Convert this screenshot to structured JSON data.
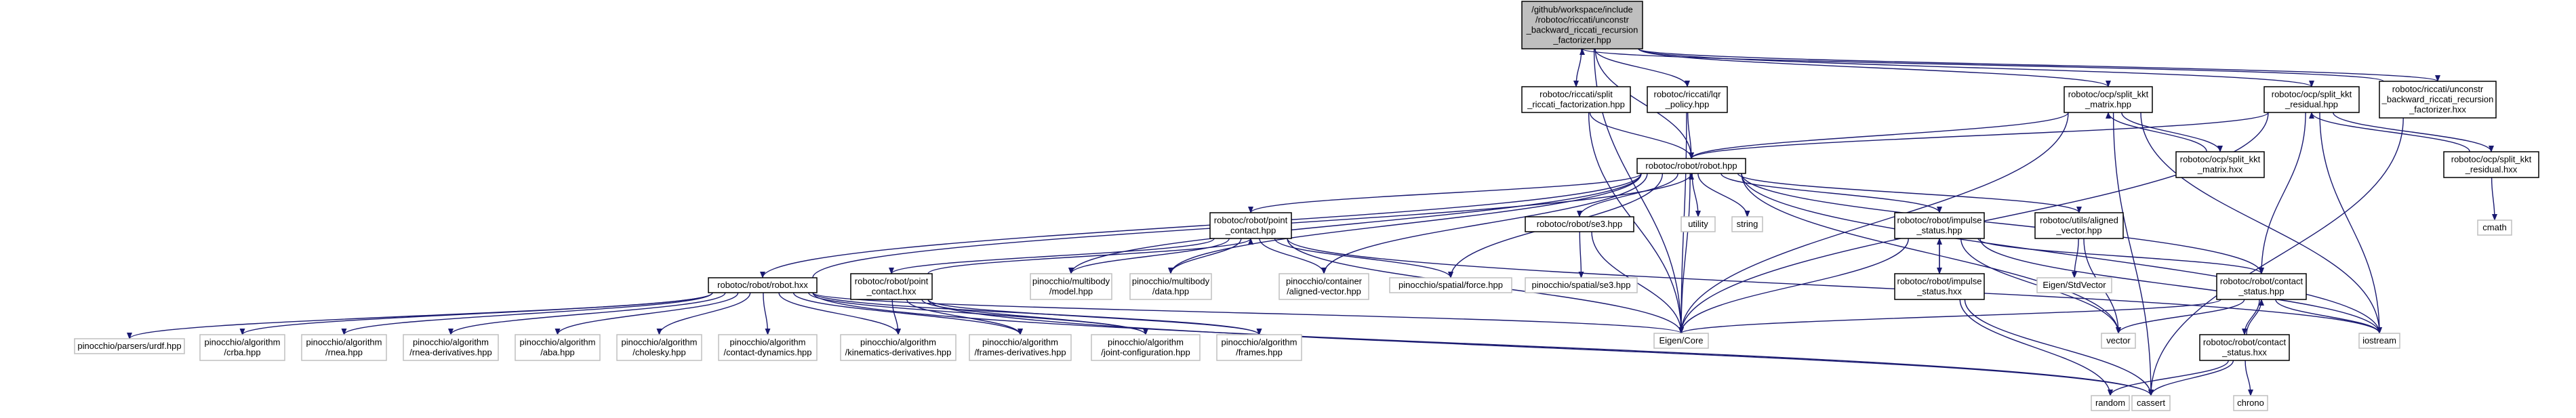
{
  "diagram": {
    "type": "include-dependency-graph",
    "colors": {
      "root_fill": "#bfbfbf",
      "node_fill": "#ffffff",
      "node_stroke": "#000000",
      "external_stroke": "#bfbfbf",
      "edge": "#191970"
    },
    "nodes": [
      {
        "id": "root",
        "lines": [
          "/github/workspace/include",
          "/robotoc/riccati/unconstr",
          "_backward_riccati_recursion",
          "_factorizer.hpp"
        ],
        "style": "root"
      },
      {
        "id": "split_riccati",
        "lines": [
          "robotoc/riccati/split",
          "_riccati_factorization.hpp"
        ],
        "style": "internal"
      },
      {
        "id": "lqr_policy",
        "lines": [
          "robotoc/riccati/lqr",
          "_policy.hpp"
        ],
        "style": "internal"
      },
      {
        "id": "kkt_matrix",
        "lines": [
          "robotoc/ocp/split_kkt",
          "_matrix.hpp"
        ],
        "style": "internal"
      },
      {
        "id": "kkt_residual",
        "lines": [
          "robotoc/ocp/split_kkt",
          "_residual.hpp"
        ],
        "style": "internal"
      },
      {
        "id": "unconstr_hxx",
        "lines": [
          "robotoc/riccati/unconstr",
          "_backward_riccati_recursion",
          "_factorizer.hxx"
        ],
        "style": "internal"
      },
      {
        "id": "robot_hpp",
        "lines": [
          "robotoc/robot/robot.hpp"
        ],
        "style": "internal"
      },
      {
        "id": "kkt_matrix_hxx",
        "lines": [
          "robotoc/ocp/split_kkt",
          "_matrix.hxx"
        ],
        "style": "internal"
      },
      {
        "id": "kkt_residual_hxx",
        "lines": [
          "robotoc/ocp/split_kkt",
          "_residual.hxx"
        ],
        "style": "internal"
      },
      {
        "id": "cmath",
        "lines": [
          "cmath"
        ],
        "style": "external"
      },
      {
        "id": "point_contact_hpp",
        "lines": [
          "robotoc/robot/point",
          "_contact.hpp"
        ],
        "style": "internal"
      },
      {
        "id": "se3_hpp",
        "lines": [
          "robotoc/robot/se3.hpp"
        ],
        "style": "internal"
      },
      {
        "id": "utility",
        "lines": [
          "utility"
        ],
        "style": "external"
      },
      {
        "id": "string",
        "lines": [
          "string"
        ],
        "style": "external"
      },
      {
        "id": "impulse_status_hpp",
        "lines": [
          "robotoc/robot/impulse",
          "_status.hpp"
        ],
        "style": "internal"
      },
      {
        "id": "aligned_vector",
        "lines": [
          "robotoc/utils/aligned",
          "_vector.hpp"
        ],
        "style": "internal"
      },
      {
        "id": "robot_hxx",
        "lines": [
          "robotoc/robot/robot.hxx"
        ],
        "style": "internal"
      },
      {
        "id": "point_contact_hxx",
        "lines": [
          "robotoc/robot/point",
          "_contact.hxx"
        ],
        "style": "internal"
      },
      {
        "id": "model_hpp",
        "lines": [
          "pinocchio/multibody",
          "/model.hpp"
        ],
        "style": "external"
      },
      {
        "id": "data_hpp",
        "lines": [
          "pinocchio/multibody",
          "/data.hpp"
        ],
        "style": "external"
      },
      {
        "id": "aligned_vector_hpp",
        "lines": [
          "pinocchio/container",
          "/aligned-vector.hpp"
        ],
        "style": "external"
      },
      {
        "id": "force_hpp",
        "lines": [
          "pinocchio/spatial/force.hpp"
        ],
        "style": "external"
      },
      {
        "id": "spatial_se3",
        "lines": [
          "pinocchio/spatial/se3.hpp"
        ],
        "style": "external"
      },
      {
        "id": "impulse_status_hxx",
        "lines": [
          "robotoc/robot/impulse",
          "_status.hxx"
        ],
        "style": "internal"
      },
      {
        "id": "stdvector",
        "lines": [
          "Eigen/StdVector"
        ],
        "style": "external"
      },
      {
        "id": "contact_status_hpp",
        "lines": [
          "robotoc/robot/contact",
          "_status.hpp"
        ],
        "style": "internal"
      },
      {
        "id": "contact_status_hxx",
        "lines": [
          "robotoc/robot/contact",
          "_status.hxx"
        ],
        "style": "internal"
      },
      {
        "id": "urdf",
        "lines": [
          "pinocchio/parsers/urdf.hpp"
        ],
        "style": "external"
      },
      {
        "id": "crba",
        "lines": [
          "pinocchio/algorithm",
          "/crba.hpp"
        ],
        "style": "external"
      },
      {
        "id": "rnea",
        "lines": [
          "pinocchio/algorithm",
          "/rnea.hpp"
        ],
        "style": "external"
      },
      {
        "id": "rnea_deriv",
        "lines": [
          "pinocchio/algorithm",
          "/rnea-derivatives.hpp"
        ],
        "style": "external"
      },
      {
        "id": "aba",
        "lines": [
          "pinocchio/algorithm",
          "/aba.hpp"
        ],
        "style": "external"
      },
      {
        "id": "cholesky",
        "lines": [
          "pinocchio/algorithm",
          "/cholesky.hpp"
        ],
        "style": "external"
      },
      {
        "id": "contact_dyn",
        "lines": [
          "pinocchio/algorithm",
          "/contact-dynamics.hpp"
        ],
        "style": "external"
      },
      {
        "id": "kin_deriv",
        "lines": [
          "pinocchio/algorithm",
          "/kinematics-derivatives.hpp"
        ],
        "style": "external"
      },
      {
        "id": "frames_deriv",
        "lines": [
          "pinocchio/algorithm",
          "/frames-derivatives.hpp"
        ],
        "style": "external"
      },
      {
        "id": "joint_config",
        "lines": [
          "pinocchio/algorithm",
          "/joint-configuration.hpp"
        ],
        "style": "external"
      },
      {
        "id": "frames",
        "lines": [
          "pinocchio/algorithm",
          "/frames.hpp"
        ],
        "style": "external"
      },
      {
        "id": "eigen_core",
        "lines": [
          "Eigen/Core"
        ],
        "style": "external"
      },
      {
        "id": "vector",
        "lines": [
          "vector"
        ],
        "style": "external"
      },
      {
        "id": "iostream",
        "lines": [
          "iostream"
        ],
        "style": "external"
      },
      {
        "id": "random",
        "lines": [
          "random"
        ],
        "style": "external"
      },
      {
        "id": "cassert",
        "lines": [
          "cassert"
        ],
        "style": "external"
      },
      {
        "id": "chrono",
        "lines": [
          "chrono"
        ],
        "style": "external"
      }
    ],
    "edges": [
      [
        "root",
        "split_riccati"
      ],
      [
        "root",
        "lqr_policy"
      ],
      [
        "root",
        "kkt_matrix"
      ],
      [
        "root",
        "kkt_residual"
      ],
      [
        "root",
        "unconstr_hxx"
      ],
      [
        "root",
        "robot_hpp"
      ],
      [
        "root",
        "eigen_core"
      ],
      [
        "split_riccati",
        "robot_hpp"
      ],
      [
        "split_riccati",
        "eigen_core"
      ],
      [
        "lqr_policy",
        "robot_hpp"
      ],
      [
        "lqr_policy",
        "eigen_core"
      ],
      [
        "kkt_matrix",
        "robot_hpp"
      ],
      [
        "kkt_matrix",
        "kkt_matrix_hxx"
      ],
      [
        "kkt_matrix",
        "eigen_core"
      ],
      [
        "kkt_matrix",
        "iostream"
      ],
      [
        "kkt_matrix",
        "cassert"
      ],
      [
        "kkt_matrix_hxx",
        "kkt_matrix"
      ],
      [
        "kkt_residual",
        "robot_hpp"
      ],
      [
        "kkt_residual",
        "kkt_residual_hxx"
      ],
      [
        "kkt_residual",
        "contact_status_hpp"
      ],
      [
        "kkt_residual",
        "eigen_core"
      ],
      [
        "kkt_residual",
        "iostream"
      ],
      [
        "kkt_residual_hxx",
        "kkt_residual"
      ],
      [
        "kkt_residual_hxx",
        "cmath"
      ],
      [
        "unconstr_hxx",
        "root"
      ],
      [
        "unconstr_hxx",
        "cassert"
      ],
      [
        "robot_hpp",
        "robot_hxx"
      ],
      [
        "robot_hpp",
        "point_contact_hpp"
      ],
      [
        "robot_hpp",
        "se3_hpp"
      ],
      [
        "robot_hpp",
        "utility"
      ],
      [
        "robot_hpp",
        "string"
      ],
      [
        "robot_hpp",
        "impulse_status_hpp"
      ],
      [
        "robot_hpp",
        "aligned_vector"
      ],
      [
        "robot_hpp",
        "contact_status_hpp"
      ],
      [
        "robot_hpp",
        "model_hpp"
      ],
      [
        "robot_hpp",
        "data_hpp"
      ],
      [
        "robot_hpp",
        "aligned_vector_hpp"
      ],
      [
        "robot_hpp",
        "force_hpp"
      ],
      [
        "robot_hpp",
        "eigen_core"
      ],
      [
        "robot_hpp",
        "vector"
      ],
      [
        "robot_hpp",
        "iostream"
      ],
      [
        "robot_hxx",
        "robot_hpp"
      ],
      [
        "robot_hxx",
        "urdf"
      ],
      [
        "robot_hxx",
        "crba"
      ],
      [
        "robot_hxx",
        "rnea"
      ],
      [
        "robot_hxx",
        "rnea_deriv"
      ],
      [
        "robot_hxx",
        "aba"
      ],
      [
        "robot_hxx",
        "cholesky"
      ],
      [
        "robot_hxx",
        "contact_dyn"
      ],
      [
        "robot_hxx",
        "kin_deriv"
      ],
      [
        "robot_hxx",
        "frames_deriv"
      ],
      [
        "robot_hxx",
        "joint_config"
      ],
      [
        "robot_hxx",
        "frames"
      ],
      [
        "robot_hxx",
        "eigen_core"
      ],
      [
        "robot_hxx",
        "cassert"
      ],
      [
        "point_contact_hpp",
        "point_contact_hxx"
      ],
      [
        "point_contact_hpp",
        "model_hpp"
      ],
      [
        "point_contact_hpp",
        "data_hpp"
      ],
      [
        "point_contact_hpp",
        "aligned_vector_hpp"
      ],
      [
        "point_contact_hpp",
        "force_hpp"
      ],
      [
        "point_contact_hpp",
        "eigen_core"
      ],
      [
        "point_contact_hpp",
        "iostream"
      ],
      [
        "point_contact_hxx",
        "point_contact_hpp"
      ],
      [
        "point_contact_hxx",
        "kin_deriv"
      ],
      [
        "point_contact_hxx",
        "frames_deriv"
      ],
      [
        "point_contact_hxx",
        "joint_config"
      ],
      [
        "point_contact_hxx",
        "frames"
      ],
      [
        "point_contact_hxx",
        "cassert"
      ],
      [
        "se3_hpp",
        "spatial_se3"
      ],
      [
        "se3_hpp",
        "eigen_core"
      ],
      [
        "impulse_status_hpp",
        "impulse_status_hxx"
      ],
      [
        "impulse_status_hpp",
        "contact_status_hpp"
      ],
      [
        "impulse_status_hpp",
        "vector"
      ],
      [
        "impulse_status_hpp",
        "iostream"
      ],
      [
        "impulse_status_hpp",
        "eigen_core"
      ],
      [
        "impulse_status_hxx",
        "impulse_status_hpp"
      ],
      [
        "impulse_status_hxx",
        "random"
      ],
      [
        "impulse_status_hxx",
        "cassert"
      ],
      [
        "aligned_vector",
        "stdvector"
      ],
      [
        "aligned_vector",
        "vector"
      ],
      [
        "contact_status_hpp",
        "contact_status_hxx"
      ],
      [
        "contact_status_hpp",
        "eigen_core"
      ],
      [
        "contact_status_hpp",
        "vector"
      ],
      [
        "contact_status_hpp",
        "iostream"
      ],
      [
        "contact_status_hxx",
        "contact_status_hpp"
      ],
      [
        "contact_status_hxx",
        "random"
      ],
      [
        "contact_status_hxx",
        "cassert"
      ],
      [
        "contact_status_hxx",
        "chrono"
      ]
    ]
  }
}
